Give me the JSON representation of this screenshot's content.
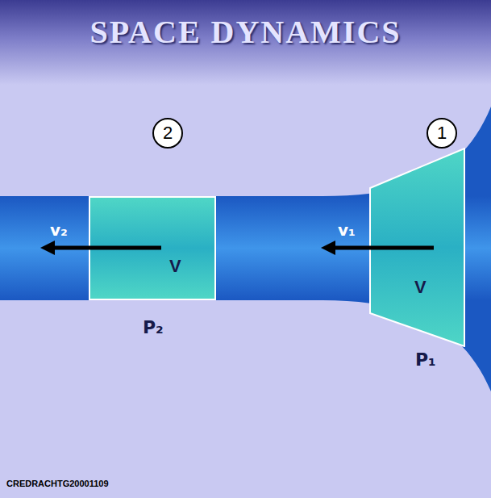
{
  "diagram": {
    "title": "SPACE DYNAMICS",
    "nodes": [
      {
        "text": [
          "2"
        ]
      },
      {
        "text": [
          "1"
        ]
      },
      {
        "text": [
          "V"
        ]
      },
      {
        "text": [
          "V"
        ]
      }
    ],
    "labels": [
      "v₂",
      "v₁",
      "P₂",
      "P₁",
      "CREDRACHTG20001109"
    ]
  }
}
